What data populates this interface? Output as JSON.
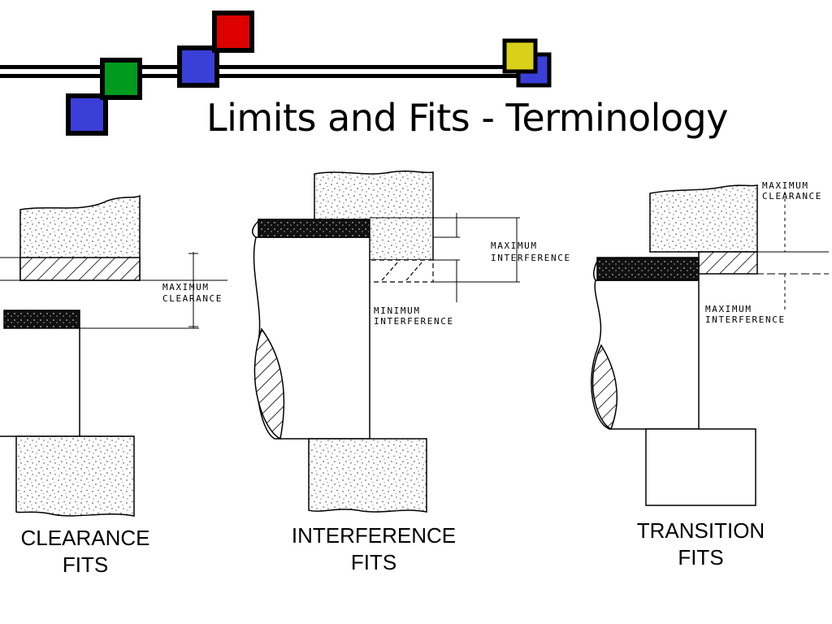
{
  "title": "Limits and Fits - Terminology",
  "colors": {
    "red": "#dc0000",
    "green": "#009a1f",
    "blue": "#3a3fd8",
    "yellow": "#d8d01a",
    "stipple": "#3a3a3a"
  },
  "panels": {
    "clearance": {
      "labels": {
        "max_clearance_1": "MAXIMUM",
        "max_clearance_2": "CLEARANCE"
      },
      "caption": "CLEARANCE\nFITS"
    },
    "interference": {
      "labels": {
        "max_interference_1": "MAXIMUM",
        "max_interference_2": "INTERFERENCE",
        "min_interference_1": "MINIMUM",
        "min_interference_2": "INTERFERENCE"
      },
      "caption": "INTERFERENCE\nFITS"
    },
    "transition": {
      "labels": {
        "max_clearance_1": "MAXIMUM",
        "max_clearance_2": "CLEARANCE",
        "max_interference_1": "MAXIMUM",
        "max_interference_2": "INTERFERENCE"
      },
      "caption": "TRANSITION\nFITS"
    }
  }
}
